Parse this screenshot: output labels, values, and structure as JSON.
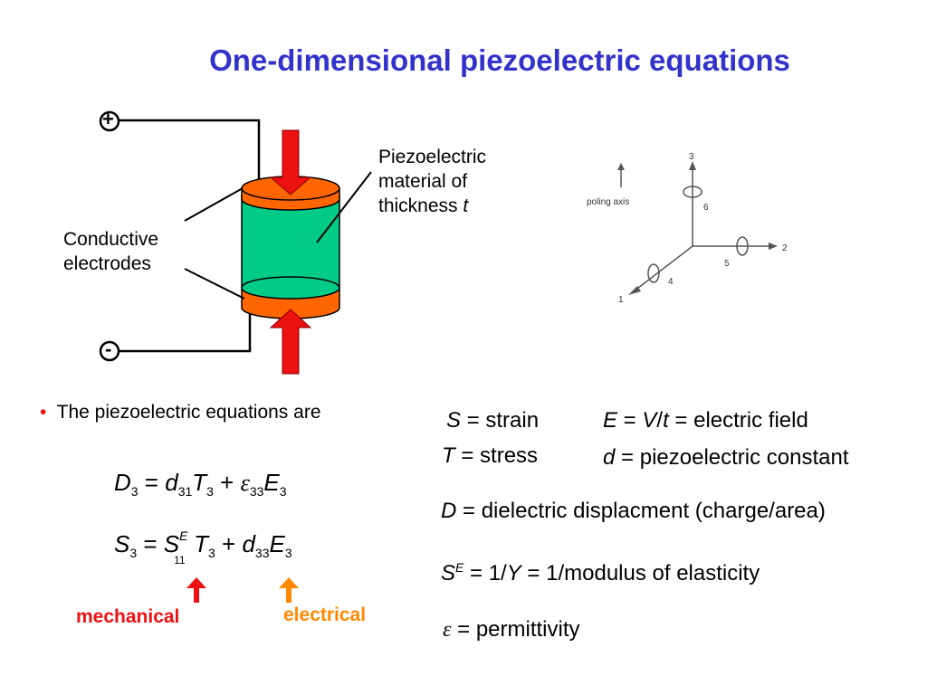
{
  "title": "One-dimensional piezoelectric equations",
  "diagram": {
    "plus_terminal": "+",
    "minus_terminal": "-",
    "label_material_line1": "Piezoelectric",
    "label_material_line2": "material of",
    "label_material_line3": "thickness ",
    "label_material_var": "t",
    "label_electrodes_line1": "Conductive",
    "label_electrodes_line2": "electrodes",
    "axes": {
      "axis1": "1",
      "axis2": "2",
      "axis3": "3",
      "axis4": "4",
      "axis5": "5",
      "axis6": "6",
      "poling": "poling axis"
    },
    "colors": {
      "electrode": "#ff6600",
      "body": "#00cc88",
      "arrow": "#ee1111"
    }
  },
  "bullet": "The piezoelectric equations are",
  "eq1": {
    "D": "D",
    "sub3a": "3",
    "eq": " = ",
    "d": "d",
    "sub31": "31",
    "T": "T",
    "sub3b": "3",
    "plus": " + ",
    "eps": "ε",
    "sub33": "33",
    "E": "E",
    "sub3c": "3"
  },
  "eq2": {
    "S": "S",
    "sub3a": "3",
    "eq": " = ",
    "S2": "S",
    "supE": "E",
    "sub11": "11",
    "T": "T",
    "sub3b": "3",
    "plus": " + ",
    "d": "d",
    "sub33": "33",
    "E": "E",
    "sub3c": "3"
  },
  "labels": {
    "mechanical": "mechanical",
    "electrical": "electrical"
  },
  "definitions": {
    "s_var": "S",
    "s_eq": " =  ",
    "s_text": "strain",
    "e_var": "E",
    "e_eq": " =  ",
    "e_v": "V",
    "e_slash": "/",
    "e_t": "t",
    "e_eq2": " = ",
    "e_text": "electric field",
    "t_var": "T",
    "t_eq": " =  ",
    "t_text": "stress",
    "d_var": "d",
    "d_eq": " =  ",
    "d_text": "piezoelectric constant",
    "D_var": "D",
    "D_eq": " =  ",
    "D_text": "dielectric displacment (charge/area)",
    "se_var": "S",
    "se_sup": "E",
    "se_eq": " = 1/",
    "se_Y": "Y",
    "se_eq2": " =  ",
    "se_text": "1/modulus of elasticity",
    "eps_var": "ε",
    "eps_eq": " =  ",
    "eps_text": "permittivity"
  }
}
